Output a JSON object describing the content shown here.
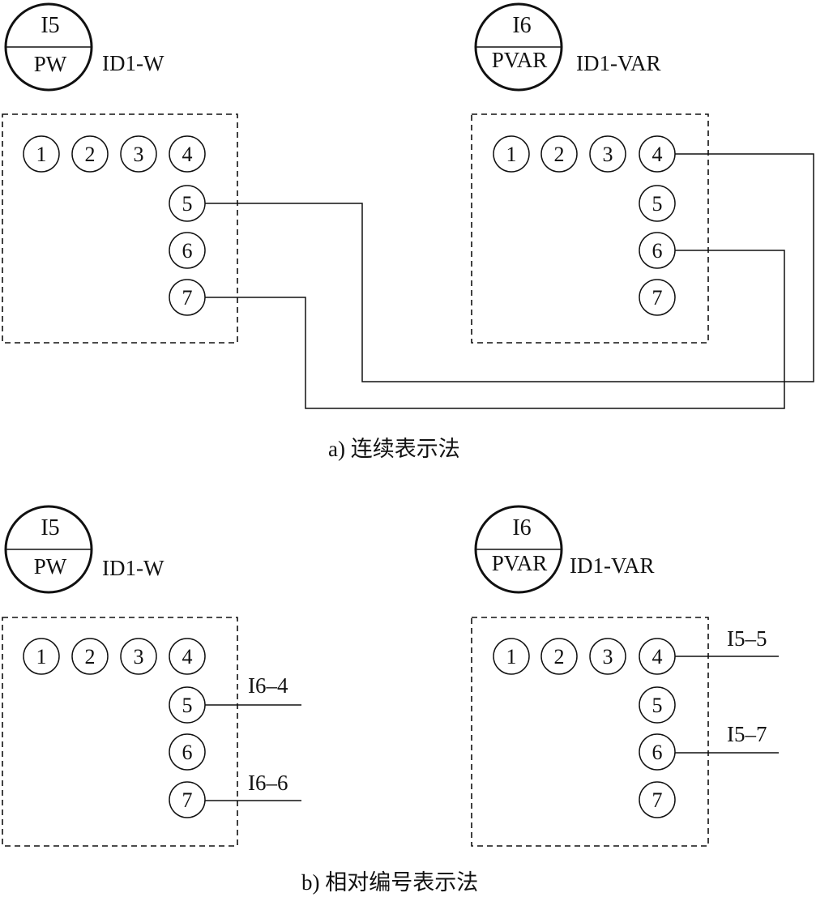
{
  "diagram_a": {
    "caption": "a) 连续表示法",
    "device_left": {
      "top": "I5",
      "bottom": "PW",
      "id": "ID1-W"
    },
    "device_right": {
      "top": "I6",
      "bottom": "PVAR",
      "id": "ID1-VAR"
    },
    "terminals_left": [
      "1",
      "2",
      "3",
      "4",
      "5",
      "6",
      "7"
    ],
    "terminals_right": [
      "1",
      "2",
      "3",
      "4",
      "5",
      "6",
      "7"
    ]
  },
  "diagram_b": {
    "caption": "b) 相对编号表示法",
    "device_left": {
      "top": "I5",
      "bottom": "PW",
      "id": "ID1-W"
    },
    "device_right": {
      "top": "I6",
      "bottom": "PVAR",
      "id": "ID1-VAR"
    },
    "terminals_left": [
      "1",
      "2",
      "3",
      "4",
      "5",
      "6",
      "7"
    ],
    "terminals_right": [
      "1",
      "2",
      "3",
      "4",
      "5",
      "6",
      "7"
    ],
    "ref_left_5": "I6–4",
    "ref_left_7": "I6–6",
    "ref_right_4": "I5–5",
    "ref_right_6": "I5–7"
  }
}
